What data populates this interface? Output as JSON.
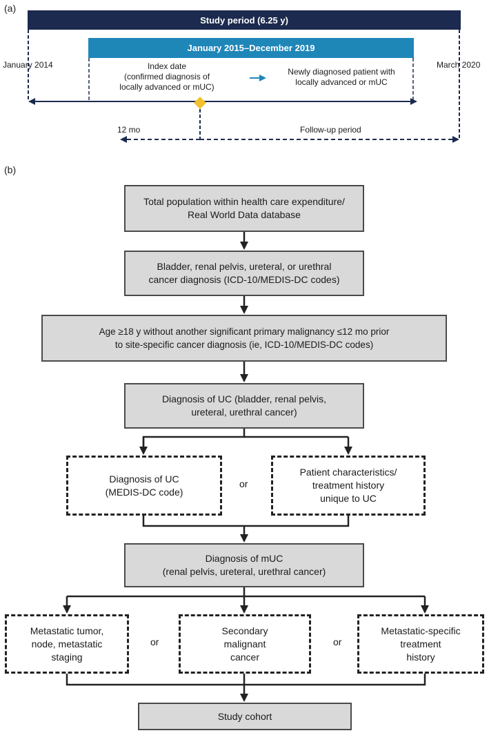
{
  "panel_a": {
    "label": "(a)",
    "study_period": "Study period (6.25 y)",
    "window": "January 2015–December 2019",
    "start": "January 2014",
    "end": "March 2020",
    "index_date": "Index date\n(confirmed diagnosis of\nlocally advanced or mUC)",
    "newly_diagnosed": "Newly diagnosed patient with\nlocally advanced or mUC",
    "lookback": "12 mo",
    "followup": "Follow-up period",
    "colors": {
      "study_bar": "#1b2a4e",
      "window_bar": "#1f86b8",
      "index_marker": "#f2c12e",
      "arrow_blue": "#1f86b8"
    }
  },
  "panel_b": {
    "label": "(b)",
    "boxes": [
      "Total population within health care expenditure/\nReal World Data database",
      "Bladder, renal pelvis, ureteral, or urethral\ncancer diagnosis (ICD-10/MEDIS-DC codes)",
      "Age ≥18 y without another significant primary malignancy ≤12 mo prior\nto site-specific cancer diagnosis (ie, ICD-10/MEDIS-DC codes)",
      "Diagnosis of UC (bladder, renal pelvis,\nureteral, urethral cancer)"
    ],
    "uc_options": [
      "Diagnosis of UC\n(MEDIS-DC code)",
      "Patient characteristics/\ntreatment history\nunique to UC"
    ],
    "muc_box": "Diagnosis of mUC\n(renal pelvis, ureteral, urethral cancer)",
    "muc_options": [
      "Metastatic tumor,\nnode, metastatic\nstaging",
      "Secondary\nmalignant\ncancer",
      "Metastatic-specific\ntreatment\nhistory"
    ],
    "or": "or",
    "cohort": "Study cohort"
  }
}
